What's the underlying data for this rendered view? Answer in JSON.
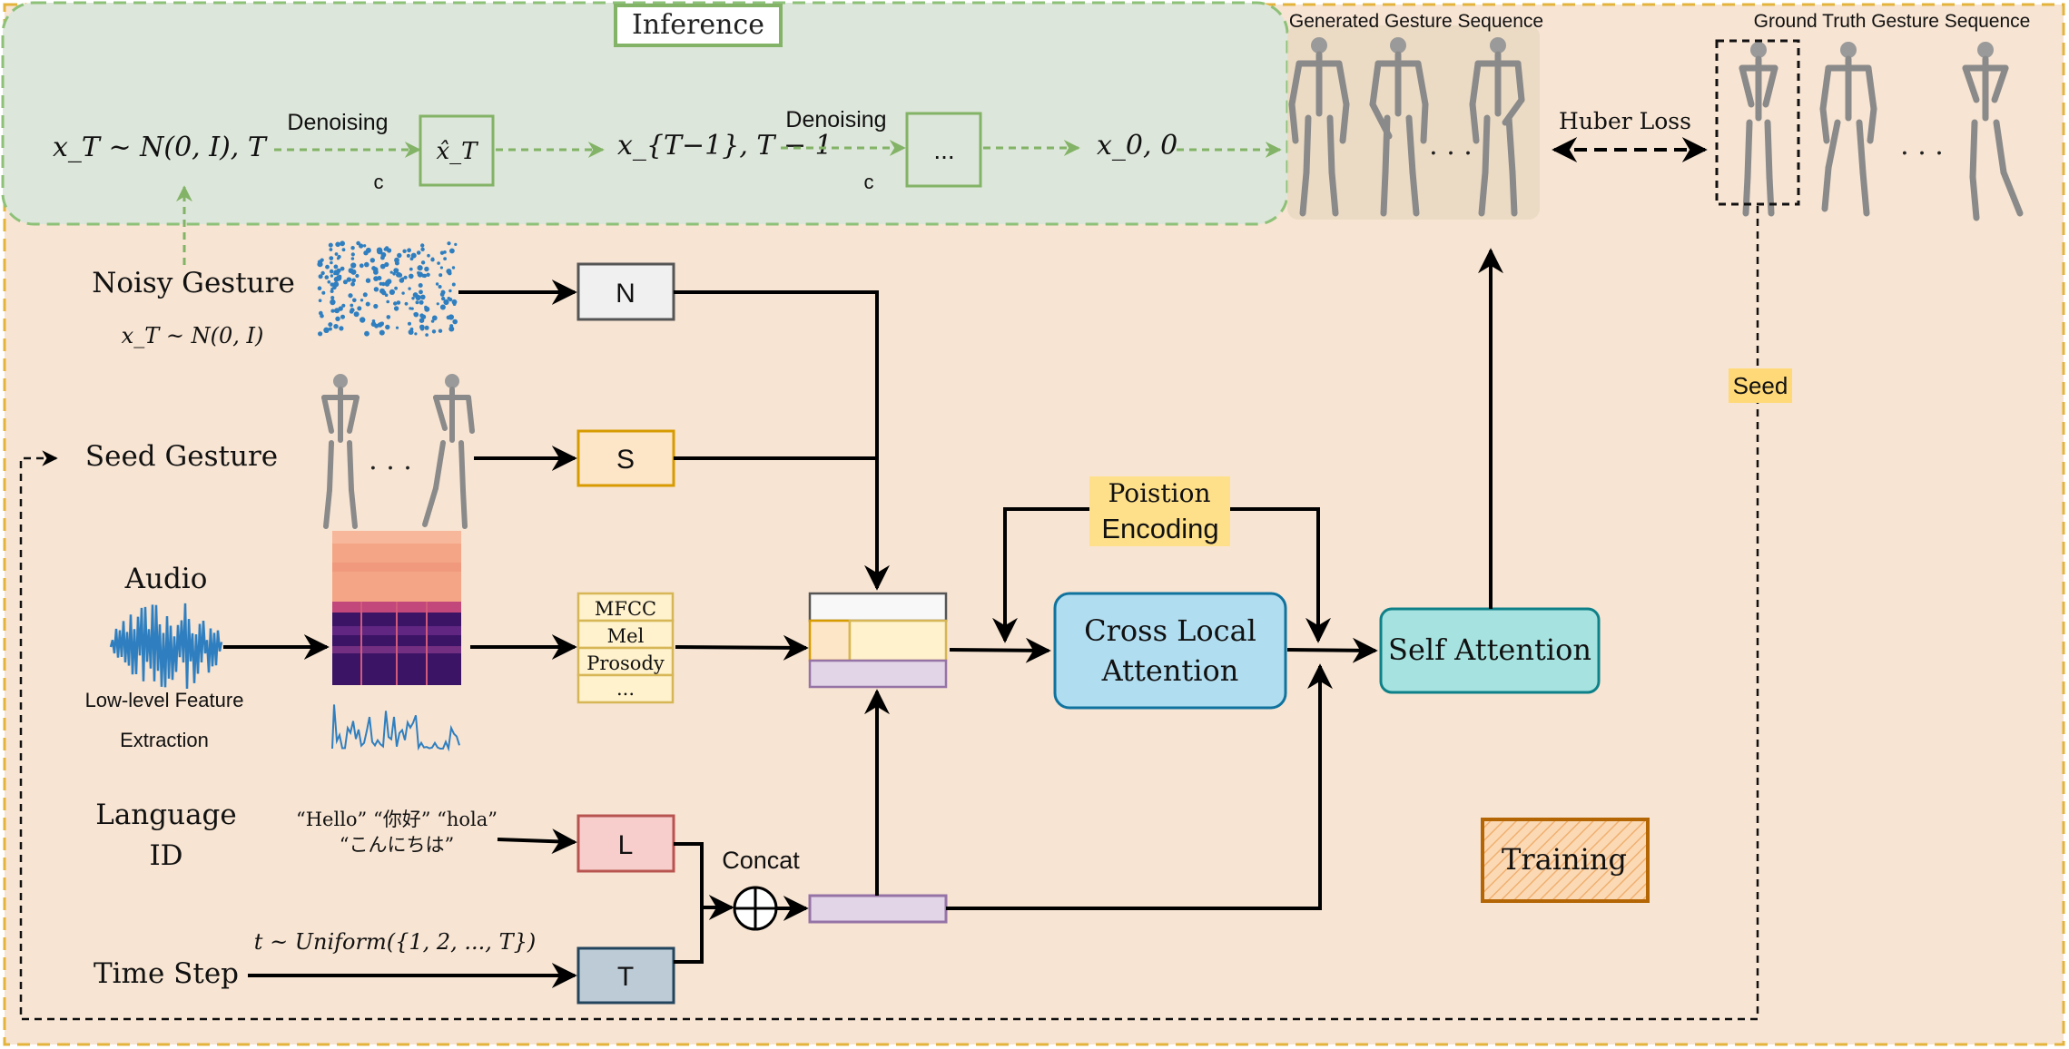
{
  "inference": {
    "title": "Inference",
    "start": "x_T ~ N(0, I), T",
    "step1_label": "Denoising",
    "step1_cond": "c",
    "xhat": "x̂_T",
    "mid": "x_{T−1}, T − 1",
    "step2_label": "Denoising",
    "step2_cond": "c",
    "ellipsis_box": "...",
    "end": "x_0, 0"
  },
  "outputs": {
    "generated_label": "Generated Gesture Sequence",
    "ground_truth_label": "Ground Truth Gesture Sequence",
    "loss_label": "Huber Loss",
    "seed_tag": "Seed",
    "ellipsis": ". . ."
  },
  "inputs": {
    "noisy_label": "Noisy Gesture",
    "noisy_formula": "x_T ~ N(0, I)",
    "seed_label": "Seed Gesture",
    "seed_ellipsis": ". . .",
    "audio_label": "Audio",
    "feature_line1": "Low-level Feature",
    "feature_line2": "Extraction",
    "language_line1": "Language",
    "language_line2": "ID",
    "language_examples_line1": "“Hello” “你好” “hola”",
    "language_examples_line2": "“こんにちは”",
    "time_label": "Time Step",
    "time_formula": "t ~ Uniform({1, 2, ..., T})"
  },
  "tokens": {
    "n": "N",
    "s": "S",
    "l": "L",
    "t": "T",
    "features": [
      "MFCC",
      "Mel",
      "Prosody",
      "..."
    ]
  },
  "modules": {
    "concat": "Concat",
    "position_line1": "Poistion",
    "position_line2": "Encoding",
    "cross_line1": "Cross Local",
    "cross_line2": "Attention",
    "self_attention": "Self Attention",
    "training": "Training"
  },
  "colors": {
    "training_bg": "#f7e4d2",
    "training_border": "#e3b33c",
    "inference_bg": "#dde6da",
    "inference_border": "#8dc178",
    "green_arrow": "#82b366",
    "n_box": "#f0f0f0",
    "s_box": "#fde5c8",
    "s_border": "#d79b00",
    "feature_box": "#fff2cc",
    "feature_border": "#d6b656",
    "l_box": "#f8cecc",
    "l_border": "#b85450",
    "t_box": "#bccbd6",
    "t_border": "#23445d",
    "concat_bar": "#e1d5e7",
    "concat_border": "#9673a6",
    "cross_attention": "#b1ddf0",
    "cross_border": "#10739e",
    "self_attention": "#a6e3e0",
    "self_border": "#0e8088",
    "position_encoding": "#ffe08a",
    "training_label_border": "#b46504",
    "audio_wave": "#2f7fc0"
  }
}
